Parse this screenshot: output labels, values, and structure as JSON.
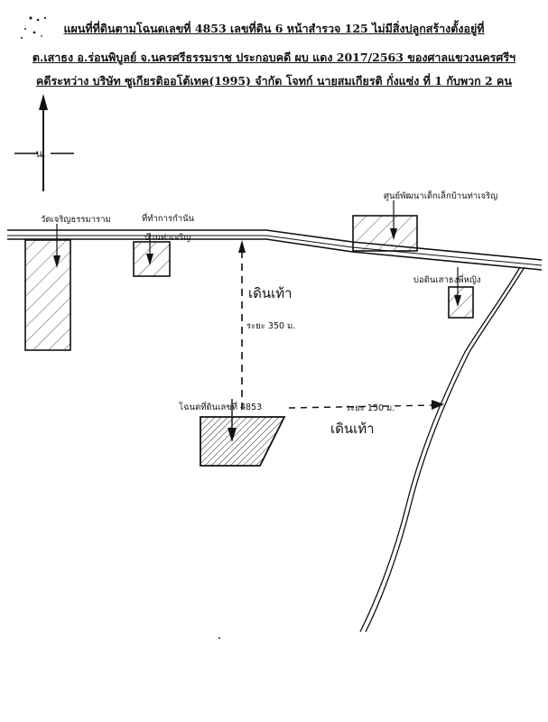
{
  "header": {
    "line1": "แผนที่ที่ดินตามโฉนดเลขที่ 4853 เลขที่ดิน 6 หน้าสำรวจ 125 ไม่มีสิ่งปลูกสร้างตั้งอยู่ที่",
    "line2": "ต.เสาธง อ.ร่อนพิบูลย์ จ.นครศรีธรรมราช ประกอบคดี  ผบ แดง 2017/2563 ของศาลแขวงนครศรีฯ",
    "line3": "คดีระหว่าง บริษัท ซูเกียรติออโต้เทค(1995) จำกัด โจทก์ นายสมเกียรติ  กั่งแซ่ง ที่ 1 กับพวก 2 คน"
  },
  "compass": {
    "label": "น."
  },
  "landmarks": {
    "temple": "วัดเจริญธรรมาราม",
    "subdistrict_office": "ที่ทำการกำนัน",
    "village": "บ้านท่าเจริญ",
    "childcare_center": "ศูนย์พัฒนาเด็กเล็กบ้านท่าเจริญ",
    "fish_pond": "บ่อดินเสาธงพี่หญิง",
    "deed_plot": "โฉนดที่ดินเลขที่  4853"
  },
  "distances": {
    "north_path": "ระยะ 350 ม.",
    "east_path": "ระยะ 150  ม."
  },
  "handwriting": {
    "walk_north": "เดินเท้า",
    "walk_east": "เดินเท้า"
  }
}
